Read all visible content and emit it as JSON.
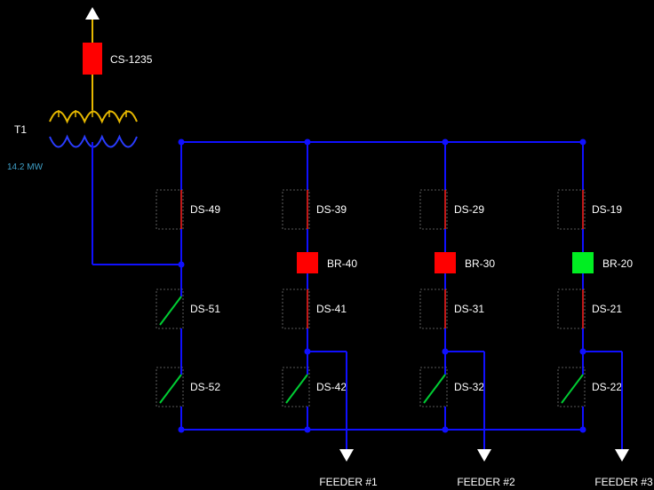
{
  "colors": {
    "background": "#000000",
    "bus": "#1010ff",
    "primary_winding": "#e6b800",
    "secondary_winding": "#2a3cff",
    "breaker_open": "#ff0000",
    "breaker_closed": "#00ee22",
    "switch_closed_bar": "#ff2020",
    "switch_open_blade": "#00cc33",
    "readout": "#3fa0c8",
    "text": "#ffffff"
  },
  "transformer": {
    "label": "T1",
    "power_readout": "14.2  MW",
    "main_breaker": {
      "label": "CS-1235",
      "state": "open"
    }
  },
  "bays": [
    {
      "upper_switch": {
        "label": "DS-49",
        "state": "closed"
      },
      "breaker": null,
      "mid_switch": {
        "label": "DS-51",
        "state": "open"
      },
      "lower_switch": {
        "label": "DS-52",
        "state": "open"
      },
      "feeder": null
    },
    {
      "upper_switch": {
        "label": "DS-39",
        "state": "closed"
      },
      "breaker": {
        "label": "BR-40",
        "state": "open"
      },
      "mid_switch": {
        "label": "DS-41",
        "state": "closed"
      },
      "lower_switch": {
        "label": "DS-42",
        "state": "open"
      },
      "feeder": "FEEDER #1"
    },
    {
      "upper_switch": {
        "label": "DS-29",
        "state": "closed"
      },
      "breaker": {
        "label": "BR-30",
        "state": "open"
      },
      "mid_switch": {
        "label": "DS-31",
        "state": "closed"
      },
      "lower_switch": {
        "label": "DS-32",
        "state": "open"
      },
      "feeder": "FEEDER #2"
    },
    {
      "upper_switch": {
        "label": "DS-19",
        "state": "closed"
      },
      "breaker": {
        "label": "BR-20",
        "state": "closed"
      },
      "mid_switch": {
        "label": "DS-21",
        "state": "closed"
      },
      "lower_switch": {
        "label": "DS-22",
        "state": "open"
      },
      "feeder": "FEEDER #3"
    }
  ]
}
